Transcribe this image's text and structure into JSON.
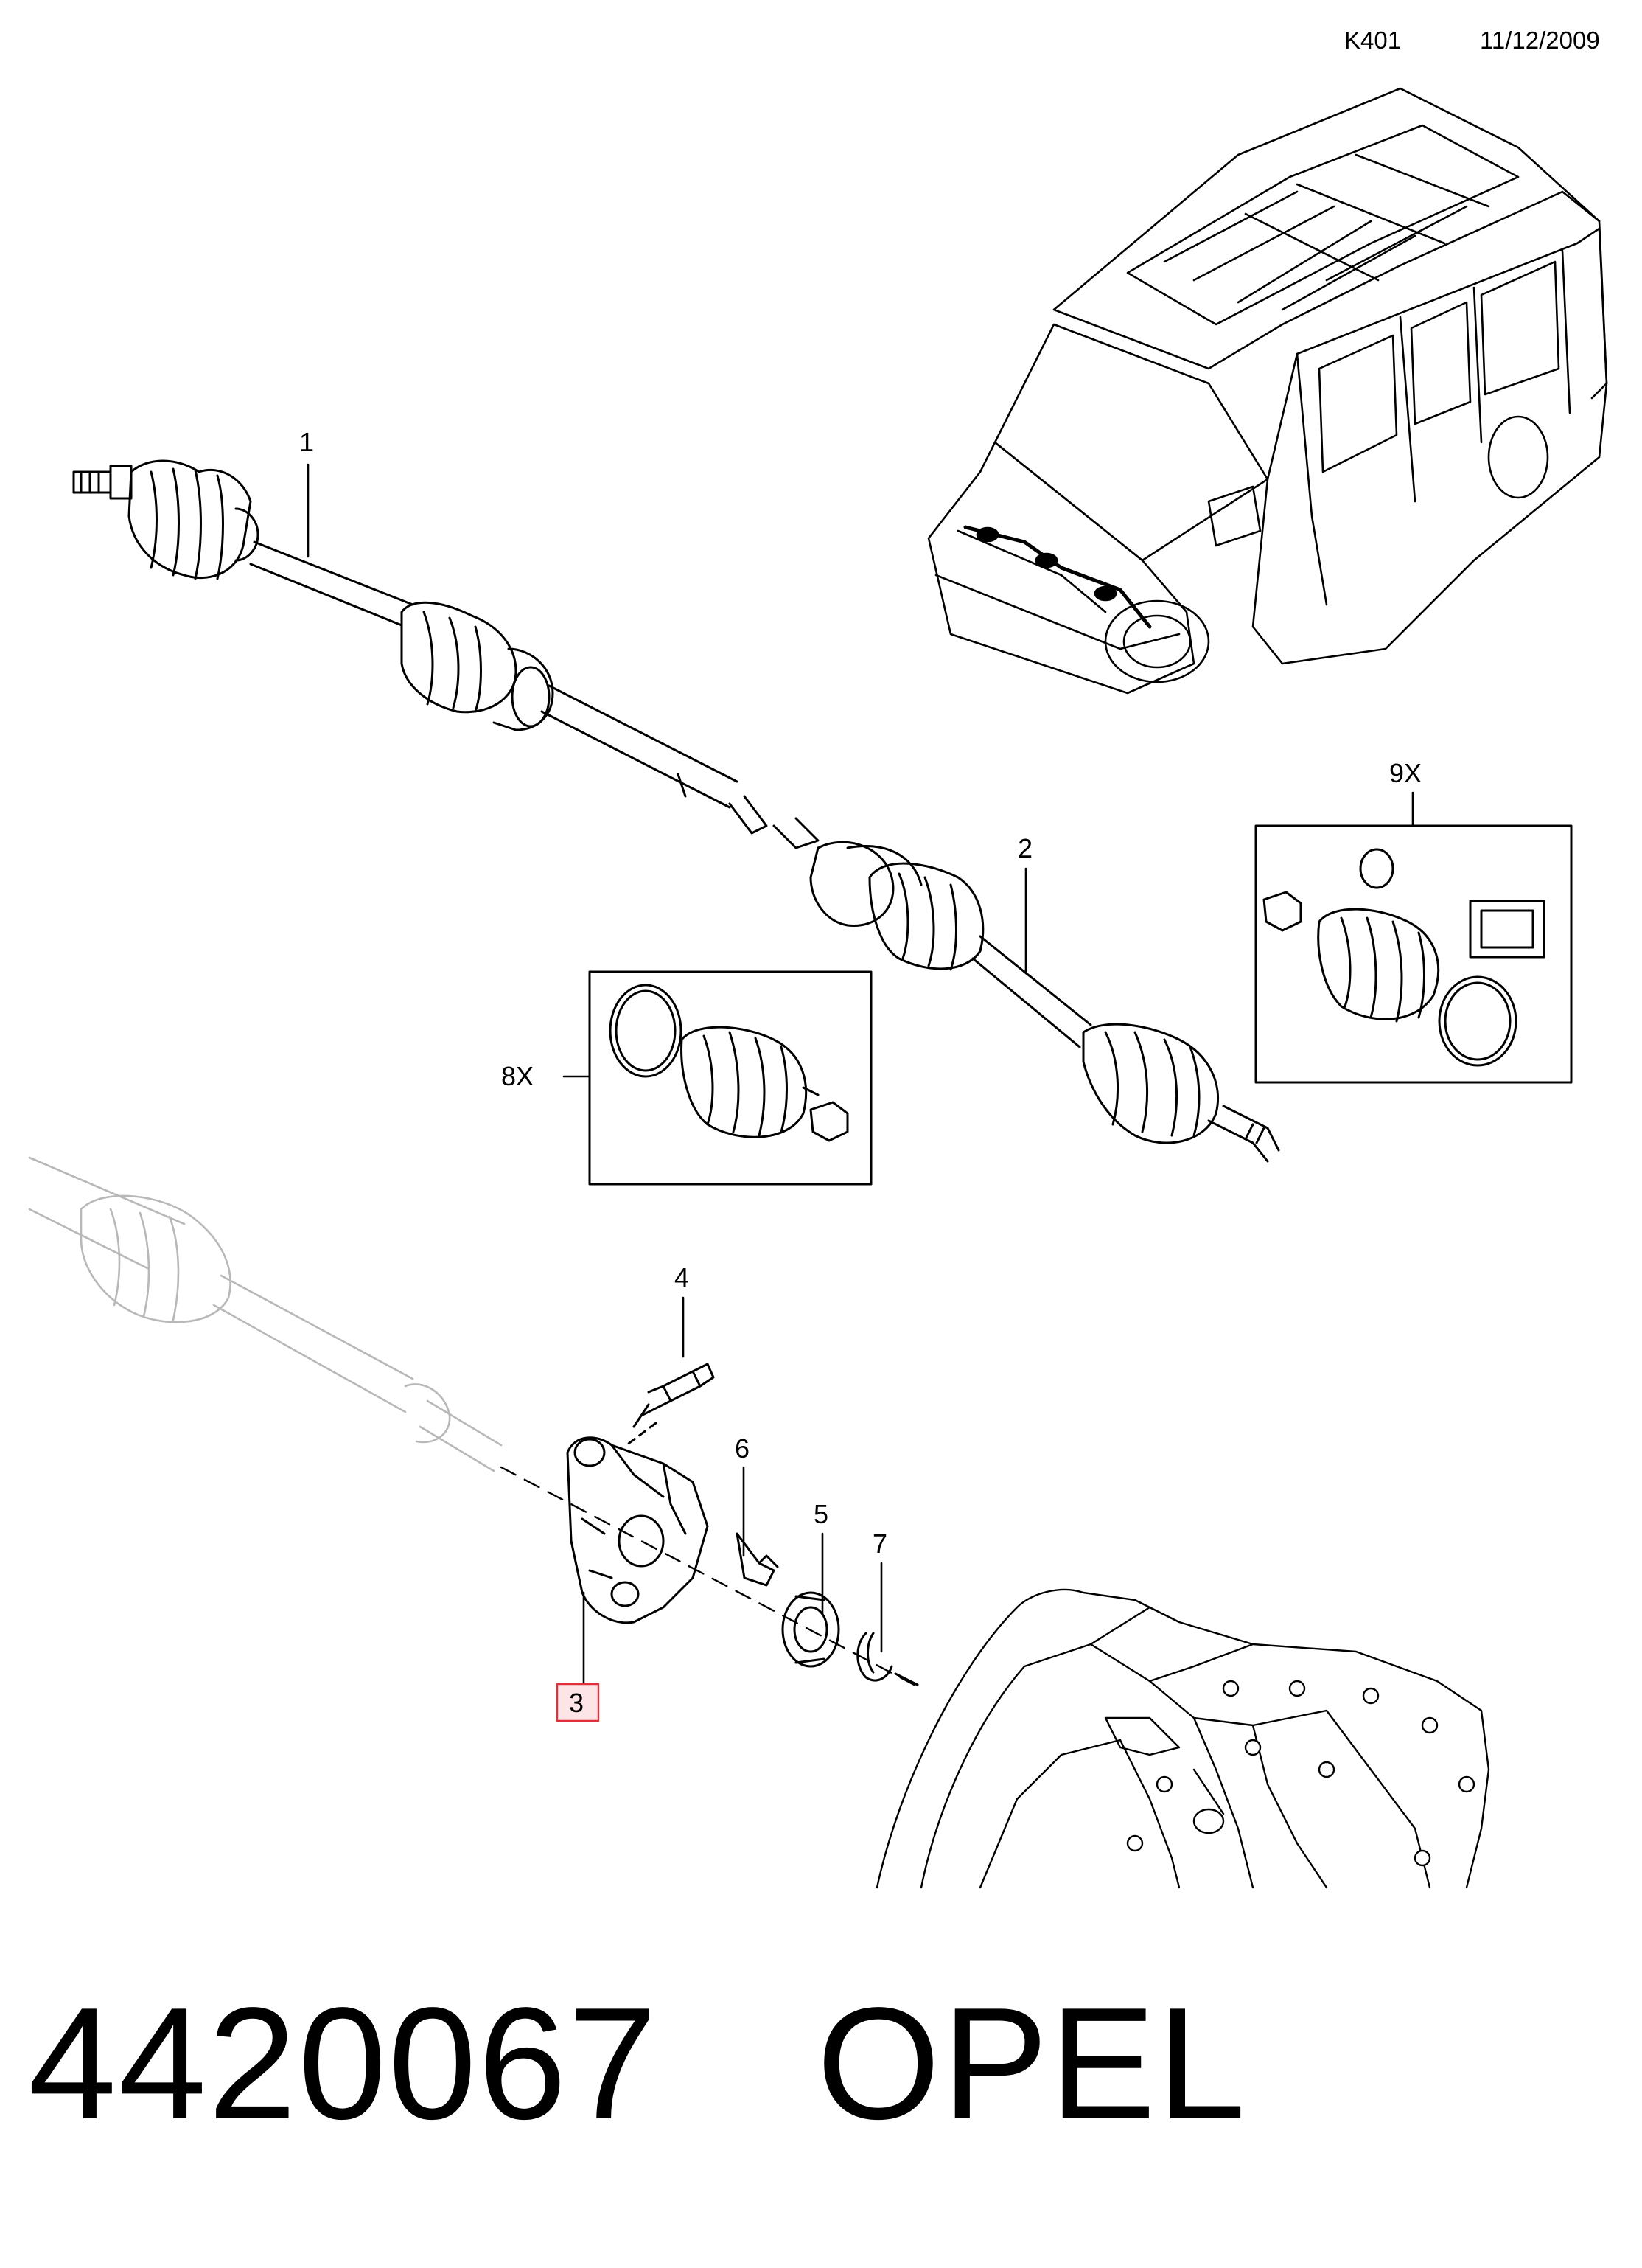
{
  "header": {
    "code": "K401",
    "date": "11/12/2009"
  },
  "callouts": {
    "c1": "1",
    "c2": "2",
    "c3": "3",
    "c4": "4",
    "c5": "5",
    "c6": "6",
    "c7": "7",
    "c8x": "8X",
    "c9x": "9X"
  },
  "footer": {
    "part_number": "4420067",
    "brand": "OPEL"
  },
  "colors": {
    "line": "#000000",
    "faded": "#b8b8b8",
    "highlight": "#e0303c"
  }
}
